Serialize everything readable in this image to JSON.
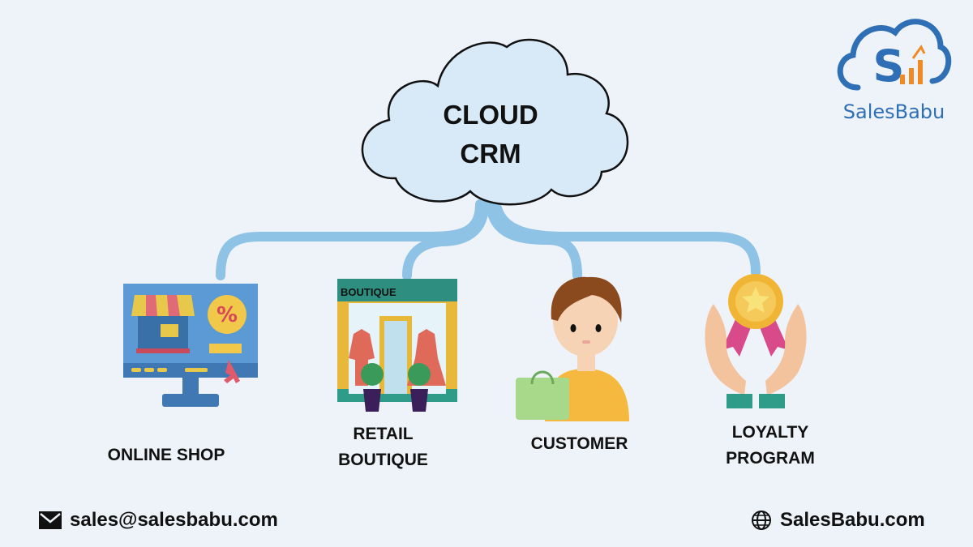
{
  "cloud": {
    "line1": "CLOUD",
    "line2": "CRM"
  },
  "nodes": {
    "online_shop": "ONLINE SHOP",
    "retail_line1": "RETAIL",
    "retail_line2": "BOUTIQUE",
    "customer": "CUSTOMER",
    "loyalty_line1": "LOYALTY",
    "loyalty_line2": "PROGRAM"
  },
  "boutique_sign": "BOUTIQUE",
  "brand": {
    "name": "SalesBabu",
    "logo_letter": "S"
  },
  "footer": {
    "email": "sales@salesbabu.com",
    "website": "SalesBabu.com"
  },
  "colors": {
    "background": "#eef3fa",
    "connector": "#8ec3e6",
    "cloud_fill": "#d8eaf7",
    "brand_blue": "#2f6fb5",
    "brand_orange": "#f08a24"
  }
}
